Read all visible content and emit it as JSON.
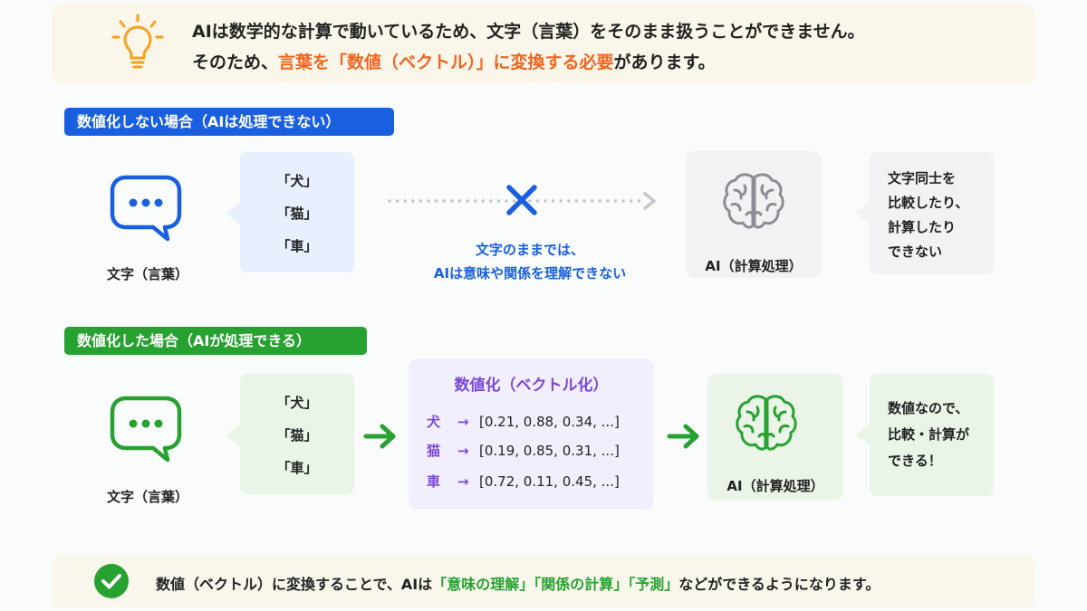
{
  "banner": {
    "line1": "AIは数学的な計算で動いているため、文字（言葉）をそのまま扱うことができません。",
    "line2_pre": "そのため、",
    "line2_highlight": "言葉を「数値（ベクトル）」に変換する必要",
    "line2_post": "があります。"
  },
  "section1": {
    "label": "数値化しない場合（AIは処理できない）",
    "words": [
      "「犬」",
      "「猫」",
      "「車」"
    ],
    "caption": "文字（言葉）",
    "message_line1": "文字のままでは、",
    "message_line2": "AIは意味や関係を理解できない",
    "ai_label": "AI（計算処理）",
    "note": [
      "文字同士を",
      "比較したり、",
      "計算したり",
      "できない"
    ]
  },
  "section2": {
    "label": "数値化した場合（AIが処理できる）",
    "words": [
      "「犬」",
      "「猫」",
      "「車」"
    ],
    "caption": "文字（言葉）",
    "vector_title": "数値化（ベクトル化）",
    "vectors": [
      {
        "key": "犬",
        "arrow": "→",
        "value": "[0.21, 0.88, 0.34, ...]"
      },
      {
        "key": "猫",
        "arrow": "→",
        "value": "[0.19, 0.85, 0.31, ...]"
      },
      {
        "key": "車",
        "arrow": "→",
        "value": "[0.72, 0.11, 0.45, ...]"
      }
    ],
    "ai_label": "AI（計算処理）",
    "note": [
      "数値なので、",
      "比較・計算が",
      "できる！"
    ]
  },
  "bottom": {
    "pre": "数値（ベクトル）に変換することで、AIは",
    "highlight": "「意味の理解」「関係の計算」「予測」",
    "post": "などができるようになります。"
  },
  "colors": {
    "blue": "#1a5fe0",
    "green": "#27a12f",
    "orange": "#f0641e",
    "purple": "#7a48d8",
    "bulb": "#f5a21b"
  },
  "icons": {
    "bulb": "lightbulb-icon",
    "chat_blue": "chat-bubble-icon",
    "chat_green": "chat-bubble-icon",
    "cross": "cross-icon",
    "brain_gray": "brain-icon",
    "brain_green": "brain-icon",
    "check": "check-circle-icon"
  }
}
